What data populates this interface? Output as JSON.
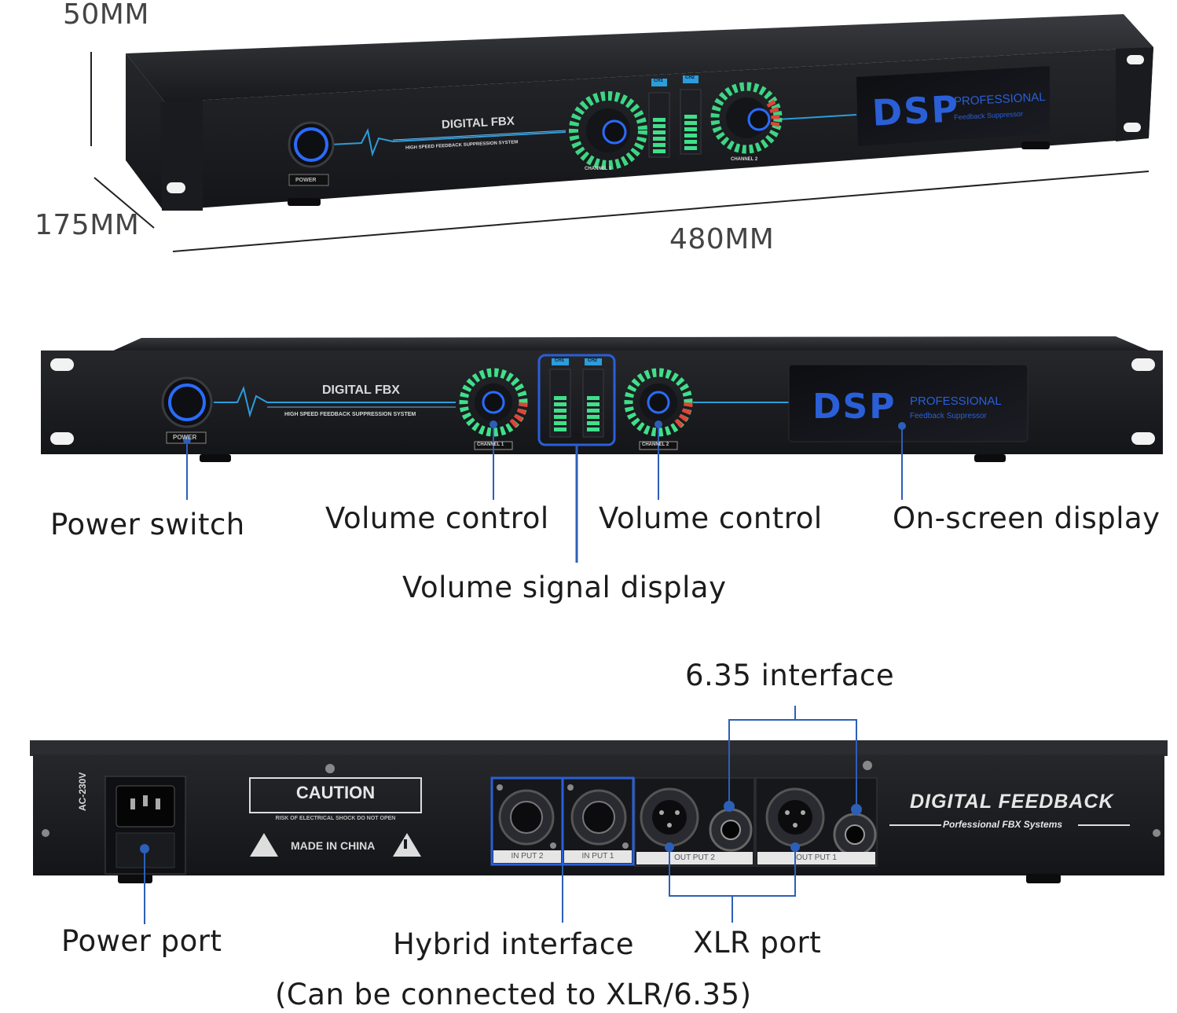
{
  "dimensions": {
    "height": "50MM",
    "depth": "175MM",
    "width": "480MM"
  },
  "device": {
    "front_title": "DIGITAL FBX",
    "front_subtitle": "HIGH SPEED FEEDBACK SUPPRESSION SYSTEM",
    "power_label": "POWER",
    "channel1": "CHANNEL 1",
    "channel2": "CHANNEL 2",
    "ch1": "CH1",
    "ch2": "CH2",
    "display_logo": "DSP",
    "display_line1": "PROFESSIONAL",
    "display_line2": "Feedback Suppressor",
    "rear_voltage": "AC-230V",
    "rear_caution": "CAUTION",
    "rear_warning": "RISK OF ELECTRICAL SHOCK DO NOT OPEN",
    "rear_made": "MADE IN CHINA",
    "rear_brand": "DIGITAL FEEDBACK",
    "rear_brand_sub": "Porfessional FBX Systems",
    "input2": "IN PUT 2",
    "input1": "IN PUT 1",
    "output2": "OUT PUT 2",
    "output1": "OUT PUT 1"
  },
  "callouts": {
    "power_switch": "Power switch",
    "volume_control_1": "Volume control",
    "volume_control_2": "Volume control",
    "on_screen_display": "On-screen display",
    "volume_signal_display": "Volume signal display",
    "interface_635": "6.35 interface",
    "power_port": "Power port",
    "hybrid_interface": "Hybrid interface",
    "xlr_port": "XLR port",
    "hybrid_note": "(Can be connected to XLR/6.35)"
  },
  "colors": {
    "chassis": "#1b1c1f",
    "accent_blue": "#2a5fd8",
    "led_green": "#3fe08a",
    "led_red": "#e0443a",
    "callout_line": "#2d5fb8"
  }
}
